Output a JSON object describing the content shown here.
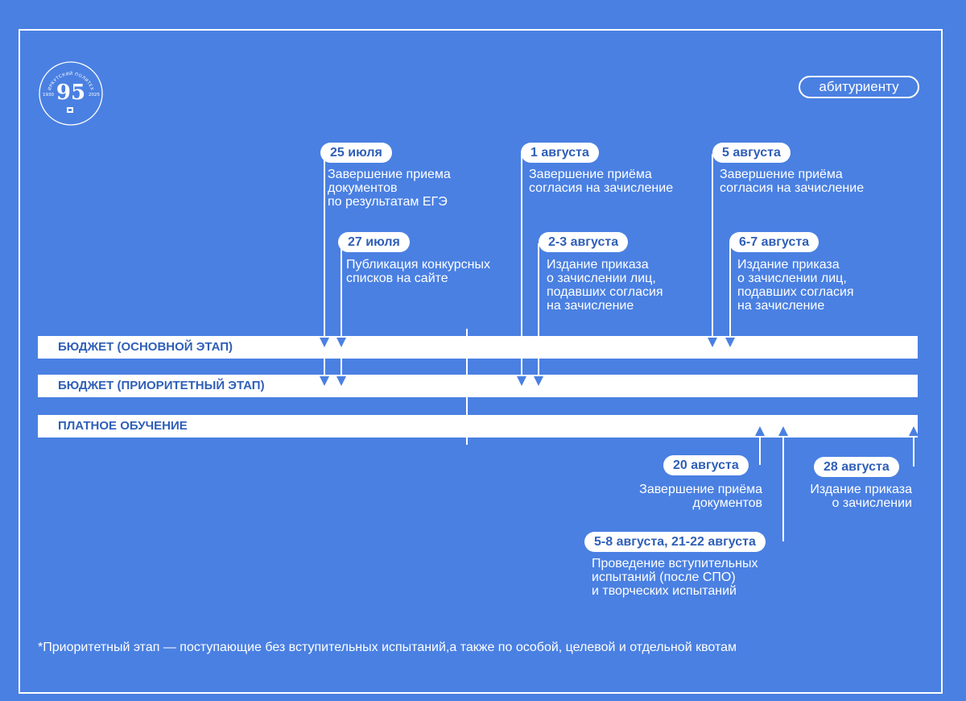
{
  "tag": "абитуриенту",
  "logo": {
    "arc_text": "ИРКУТСКИЙ ПОЛИТЕХ",
    "big": "95",
    "year_left": "1930",
    "year_right": "2025"
  },
  "tracks": [
    "БЮДЖЕТ (ОСНОВНОЙ ЭТАП)",
    "БЮДЖЕТ (ПРИОРИТЕТНЫЙ ЭТАП)",
    "ПЛАТНОЕ ОБУЧЕНИЕ"
  ],
  "chart_data": {
    "type": "timeline",
    "events": [
      {
        "date": "25 июля",
        "text": "Завершение приема\nдокументов\nпо результатам ЕГЭ",
        "tracks": [
          0,
          1
        ],
        "position": 0.326
      },
      {
        "date": "27 июля",
        "text": "Публикация конкурсных\nсписков на сайте",
        "tracks": [
          0,
          1
        ],
        "position": 0.345
      },
      {
        "date": "1 августа",
        "text": "Завершение приёма\nсогласия на зачисление",
        "tracks": [
          1
        ],
        "position": 0.55
      },
      {
        "date": "2-3 августа",
        "text": "Издание приказа\nо зачислении лиц,\nподавших согласия\nна зачисление",
        "tracks": [
          1
        ],
        "position": 0.569
      },
      {
        "date": "5 августа",
        "text": "Завершение приёма\nсогласия на зачисление",
        "tracks": [
          0
        ],
        "position": 0.767
      },
      {
        "date": "6-7 августа",
        "text": "Издание приказа\nо зачислении лиц,\nподавших согласия\nна зачисление",
        "tracks": [
          0
        ],
        "position": 0.787
      },
      {
        "date": "20 августа",
        "text": "Завершение приёма\nдокументов",
        "tracks": [
          2
        ],
        "position": 0.821
      },
      {
        "date": "5-8 августа, 21-22 августа",
        "text": "Проведение вступительных\nиспытаний (после СПО)\nи творческих испытаний",
        "tracks": [
          2
        ],
        "position": 0.847
      },
      {
        "date": "28 августа",
        "text": "Издание приказа\nо зачислении",
        "tracks": [
          2
        ],
        "position": 0.995
      }
    ]
  },
  "footnote": "*Приоритетный этап — поступающие без вступительных испытаний,а также по особой, целевой и отдельной квотам",
  "colors": {
    "background": "#4a80e2",
    "accent_text": "#2f5fb8",
    "foreground": "#ffffff"
  }
}
